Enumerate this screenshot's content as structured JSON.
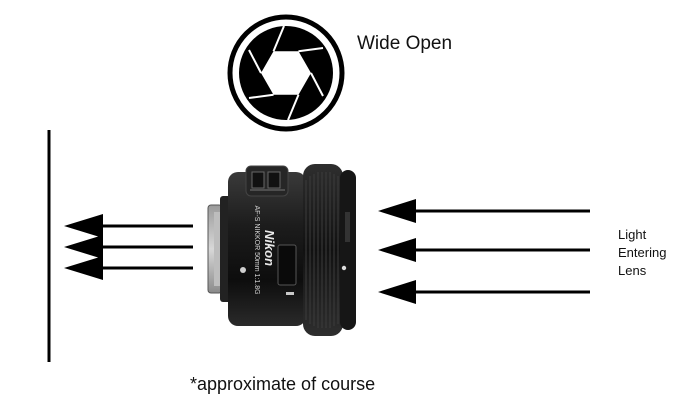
{
  "aperture_label": "Wide Open",
  "lens_brand_text": "Nikon",
  "lens_model_text": "AF-S NIKKOR 50mm 1:1.8G",
  "light_label_lines": [
    "Light",
    "Entering",
    "Lens"
  ],
  "footnote": "*approximate of course",
  "incoming_ray_count": 3,
  "outgoing_ray_count": 3,
  "colors": {
    "ink": "#000000",
    "background": "#ffffff",
    "lens_body": "#1a1a1a"
  }
}
